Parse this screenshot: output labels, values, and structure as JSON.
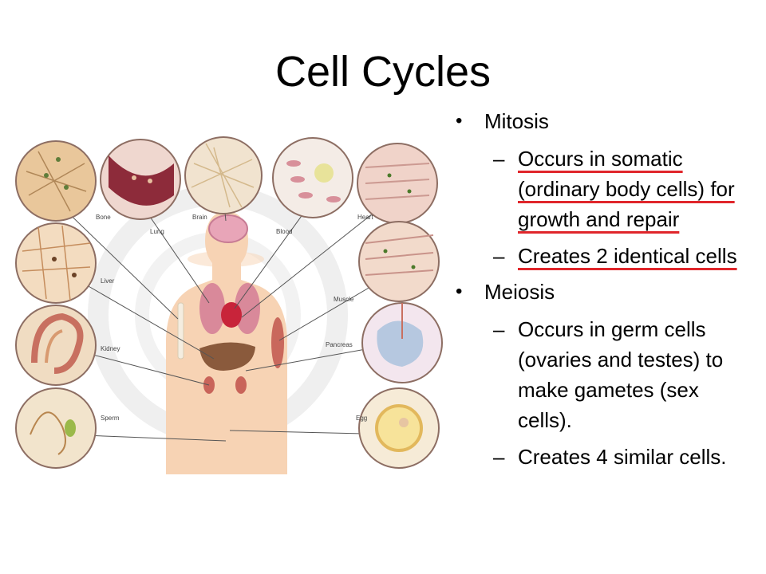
{
  "title": "Cell Cycles",
  "illustration": {
    "labels": {
      "bone": "Bone",
      "lung": "Lung",
      "brain": "Brain",
      "blood": "Blood",
      "heart": "Heart",
      "liver": "Liver",
      "muscle": "Muscle",
      "kidney": "Kidney",
      "pancreas": "Pancreas",
      "sperm": "Sperm",
      "egg": "Egg"
    }
  },
  "bullets": [
    {
      "text": "Mitosis",
      "sub": [
        {
          "text": "Occurs in somatic (ordinary body cells) for growth and repair"
        },
        {
          "text": "Creates 2 identical cells"
        }
      ]
    },
    {
      "text": "Meiosis",
      "sub": [
        {
          "text": "Occurs in germ cells (ovaries and testes) to make gametes (sex cells)."
        },
        {
          "text": "Creates 4 similar cells."
        }
      ]
    }
  ],
  "colors": {
    "underline": "#e0262b",
    "skin": "#f7d3b4"
  }
}
